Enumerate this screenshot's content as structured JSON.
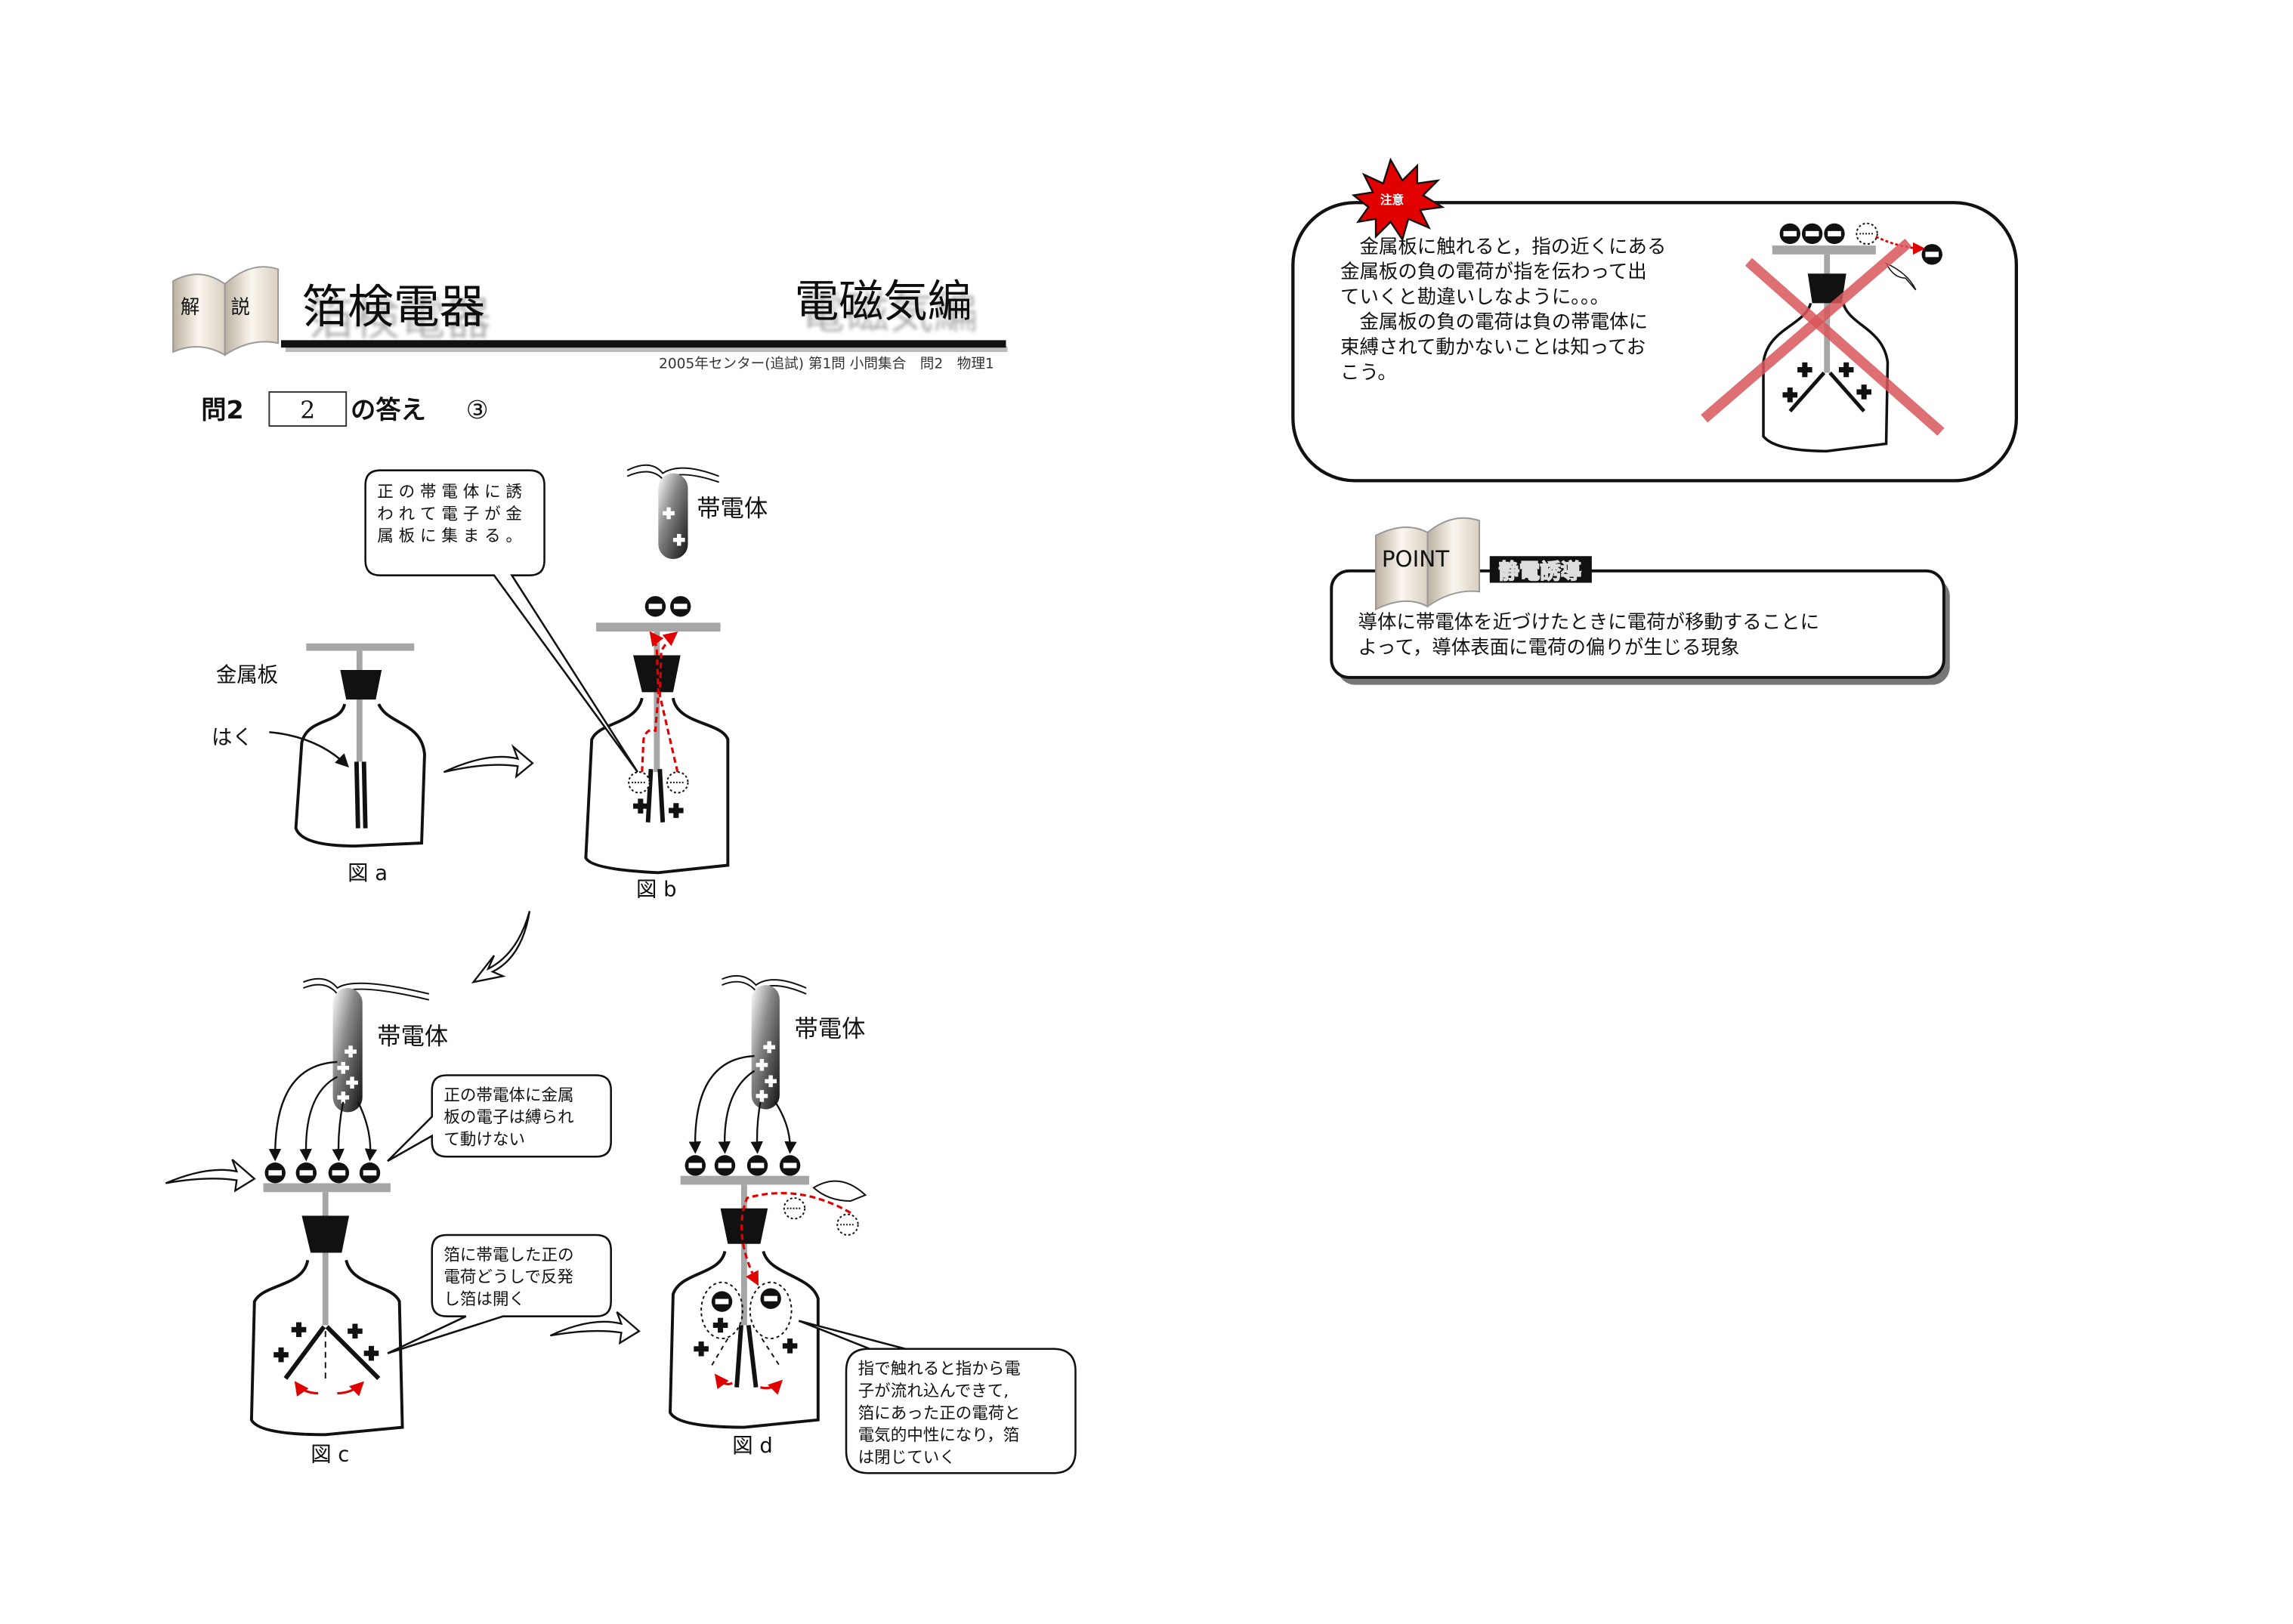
{
  "header": {
    "book_tab_left": "解",
    "book_tab_right": "説",
    "title": "箔検電器",
    "category": "電磁気編",
    "source": "2005年センター(追試) 第1問 小問集合　問2　物理1"
  },
  "question": {
    "label": "問2",
    "box_number": "2",
    "answer_label": "の答え",
    "answer": "③"
  },
  "figures": {
    "a": {
      "caption": "図 a",
      "plate_label": "金属板",
      "leaf_label": "はく"
    },
    "b": {
      "caption": "図 b",
      "rod_label": "帯電体",
      "callout": [
        "正 の 帯 電 体 に 誘",
        "わ れ て 電 子 が 金",
        "属 板 に 集 ま る 。"
      ]
    },
    "c": {
      "caption": "図 c",
      "rod_label": "帯電体",
      "callout_top": [
        "正の帯電体に金属",
        "板の電子は縛られ",
        "て動けない"
      ],
      "callout_bottom": [
        "箔に帯電した正の",
        "電荷どうしで反発",
        "し箔は開く"
      ]
    },
    "d": {
      "caption": "図 d",
      "rod_label": "帯電体",
      "callout": [
        "指で触れると指から電",
        "子が流れ込んできて,",
        "箔にあった正の電荷と",
        "電気的中性になり，箔",
        "は閉じていく"
      ]
    }
  },
  "caution": {
    "badge": "注意",
    "lines": [
      "　金属板に触れると，指の近くにある",
      "金属板の負の電荷が指を伝わって出",
      "ていくと勘違いしなように。。。",
      "　金属板の負の電荷は負の帯電体に",
      "束縛されて動かないことは知ってお",
      "こう。"
    ]
  },
  "point": {
    "book_label": "POINT",
    "term": "静電誘導",
    "lines": [
      "導体に帯電体を近づけたときに電荷が移動することに",
      "よって，導体表面に電荷の偏りが生じる現象"
    ]
  },
  "colors": {
    "accent_red": "#e00000",
    "cross_red": "#d9575b",
    "plate_gray": "#a6a6a6"
  }
}
